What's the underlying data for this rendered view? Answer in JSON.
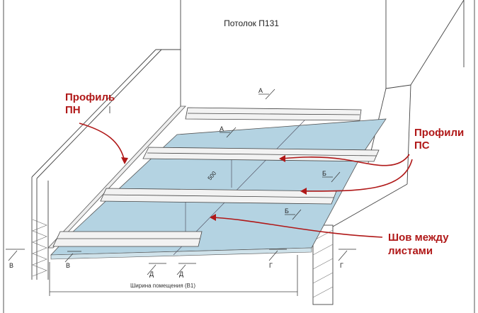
{
  "title": "Потолок П131",
  "labels": {
    "profile_pn_line1": "Профиль",
    "profile_pn_line2": "ПН",
    "profile_ps_line1": "Профили",
    "profile_ps_line2": "ПС",
    "seam_line1": "Шов между",
    "seam_line2": "листами"
  },
  "dimension": {
    "spacing": "500",
    "room_width": "Ширина помещения (В1)"
  },
  "sections": {
    "a1": "А",
    "a2": "А",
    "b1": "Б",
    "b2": "Б",
    "v1": "В",
    "v2": "В",
    "d1": "Д",
    "d2": "Д",
    "g1": "Г",
    "g2": "Г"
  },
  "colors": {
    "panel": "#b4d3e2",
    "annotation": "#b01818",
    "line": "#333333"
  }
}
